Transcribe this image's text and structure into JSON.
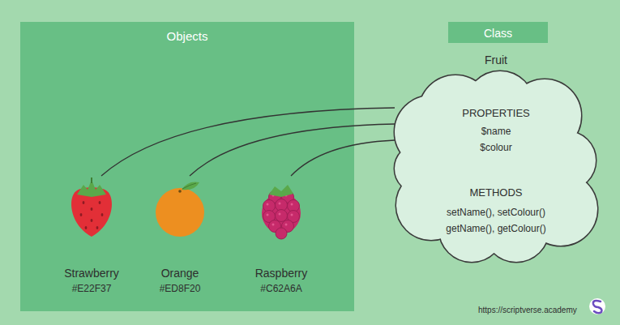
{
  "diagram": {
    "nodes": [
      {
        "text": [
          "Objects"
        ]
      },
      {
        "text": [
          "Strawberry",
          "#E22F37"
        ],
        "in": 0
      },
      {
        "text": [
          "Orange",
          "#ED8F20"
        ],
        "in": 0
      },
      {
        "text": [
          "Raspberry",
          "#C62A6A"
        ],
        "in": 0
      },
      {
        "text": [
          "Class"
        ]
      },
      {
        "text": [
          "Fruit",
          "PROPERTIES",
          "$name",
          "$colour",
          "METHODS",
          "setName(), setColour()",
          "getName(), getColour()"
        ]
      }
    ],
    "edges": [
      {
        "from": 1,
        "to": 5,
        "arrow": "none"
      },
      {
        "from": 2,
        "to": 5,
        "arrow": "none"
      },
      {
        "from": 3,
        "to": 5,
        "arrow": "none"
      }
    ],
    "labels": [
      "https://scriptverse.academy"
    ]
  }
}
